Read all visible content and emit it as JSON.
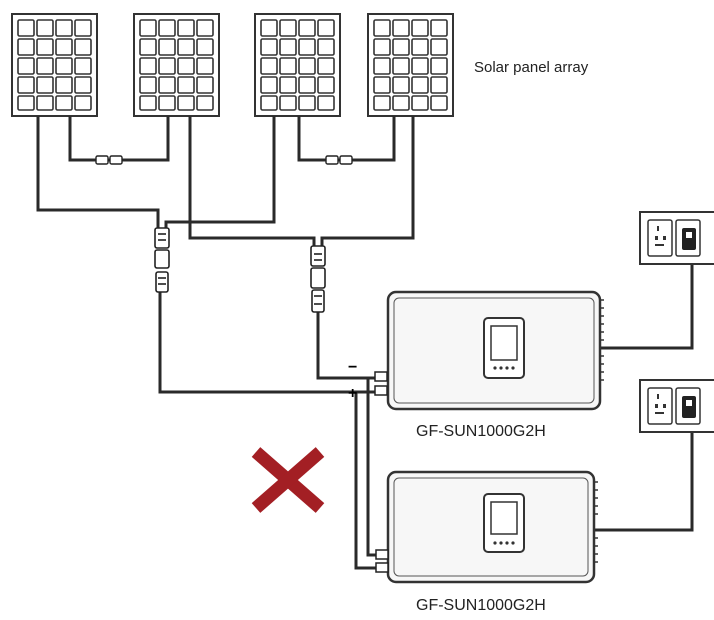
{
  "diagram": {
    "array_label": "Solar panel array",
    "inverter_top_label": "GF-SUN1000G2H",
    "inverter_bottom_label": "GF-SUN1000G2H",
    "minus_sign": "−",
    "plus_sign": "+"
  },
  "icons": {
    "wrong_mark": "cross-icon"
  },
  "colors": {
    "wire": "#2a2a2a",
    "panel_stroke": "#333333",
    "cross": "#a31f24",
    "inverter_fill": "#f7f7f7"
  }
}
